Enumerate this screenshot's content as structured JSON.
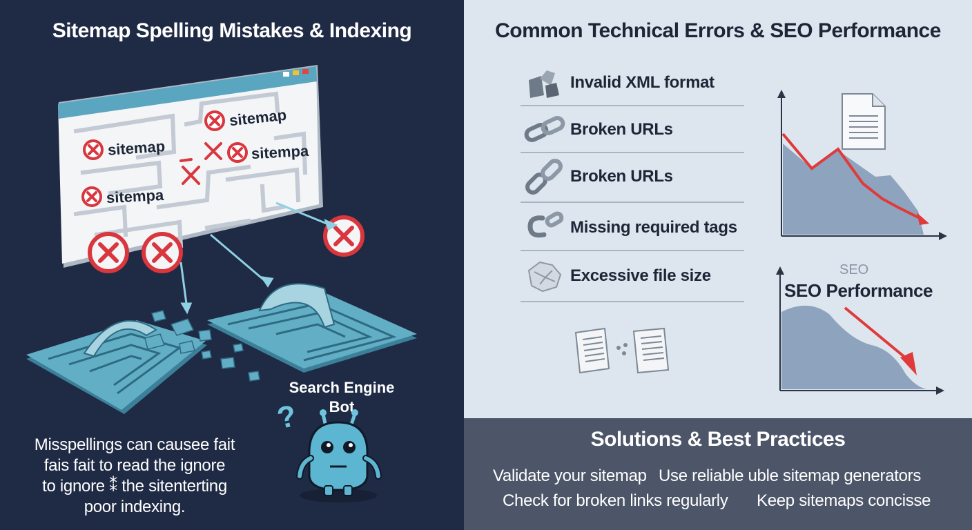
{
  "left_panel": {
    "title": "Sitemap Spelling Mistakes & Indexing",
    "browser_words": [
      "sitemap",
      "sitemap",
      "sitempa",
      "sitempa"
    ],
    "bot_label": "Search Engine Bot",
    "bot_question_mark": "?",
    "caption": [
      "Misspellings can causee fait",
      "fais fait to read the ignore",
      "to ignore ⁑ the sitenterting",
      "poor indexing."
    ]
  },
  "right_panel": {
    "title": "Common Technical Errors & SEO Performance",
    "errors": [
      {
        "label": "Invalid XML format",
        "icon": "broken-document-icon"
      },
      {
        "label": "Broken URLs",
        "icon": "broken-chain-icon"
      },
      {
        "label": "Broken URLs",
        "icon": "broken-chain-icon"
      },
      {
        "label": "Missing required tags",
        "icon": "broken-link-hook-icon"
      },
      {
        "label": "Excessive file size",
        "icon": "crumpled-paper-icon"
      }
    ],
    "seo_small_label": "SEO",
    "seo_big_label": "SEO Performance"
  },
  "bottom_panel": {
    "title": "Solutions & Best Practices",
    "items": [
      "Validate your sitemap",
      "Use reliable uble sitemap generators",
      "Check for broken links regularly",
      "Keep sitemaps concisse"
    ]
  },
  "colors": {
    "left_bg": "#1f2a44",
    "right_bg": "#dde6ee",
    "bottom_bg": "#4d5669",
    "error_red": "#d9363e",
    "maze_blue": "#5fa9bf",
    "chart_fill": "#8ea3bd",
    "chart_line": "#e03a3a"
  }
}
